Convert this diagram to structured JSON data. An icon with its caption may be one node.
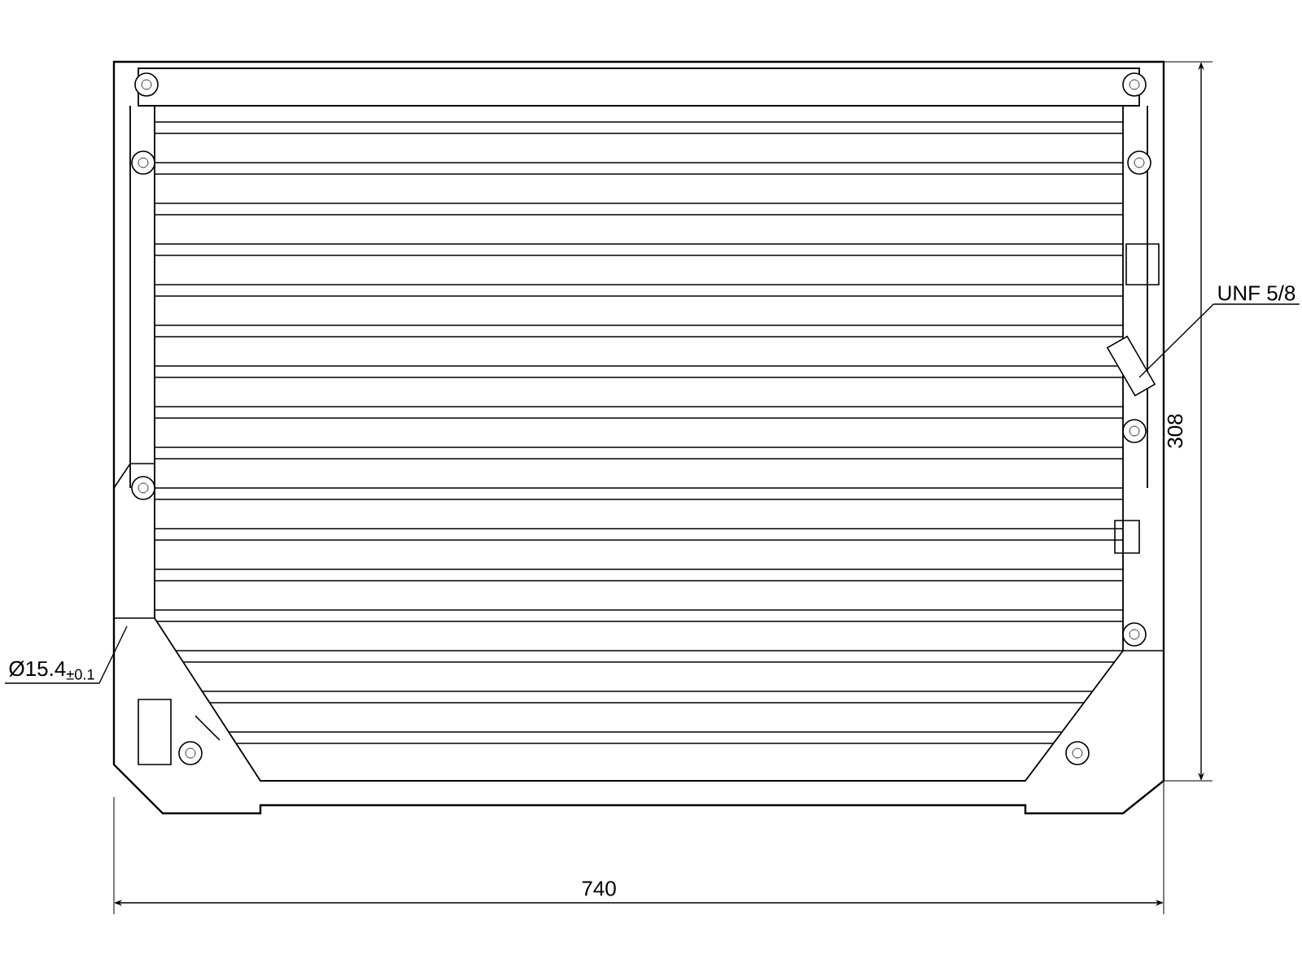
{
  "diagram": {
    "nodes": [
      {
        "text": [
          "UNF 5/8"
        ]
      },
      {
        "text": [
          "Ø15.4$_{±0.1}$"
        ]
      }
    ],
    "edges": [
      {
        "from": 0,
        "to": null,
        "arrow": "none"
      },
      {
        "from": 1,
        "to": null,
        "arrow": "none"
      }
    ],
    "labels": [
      "308",
      "740"
    ]
  }
}
